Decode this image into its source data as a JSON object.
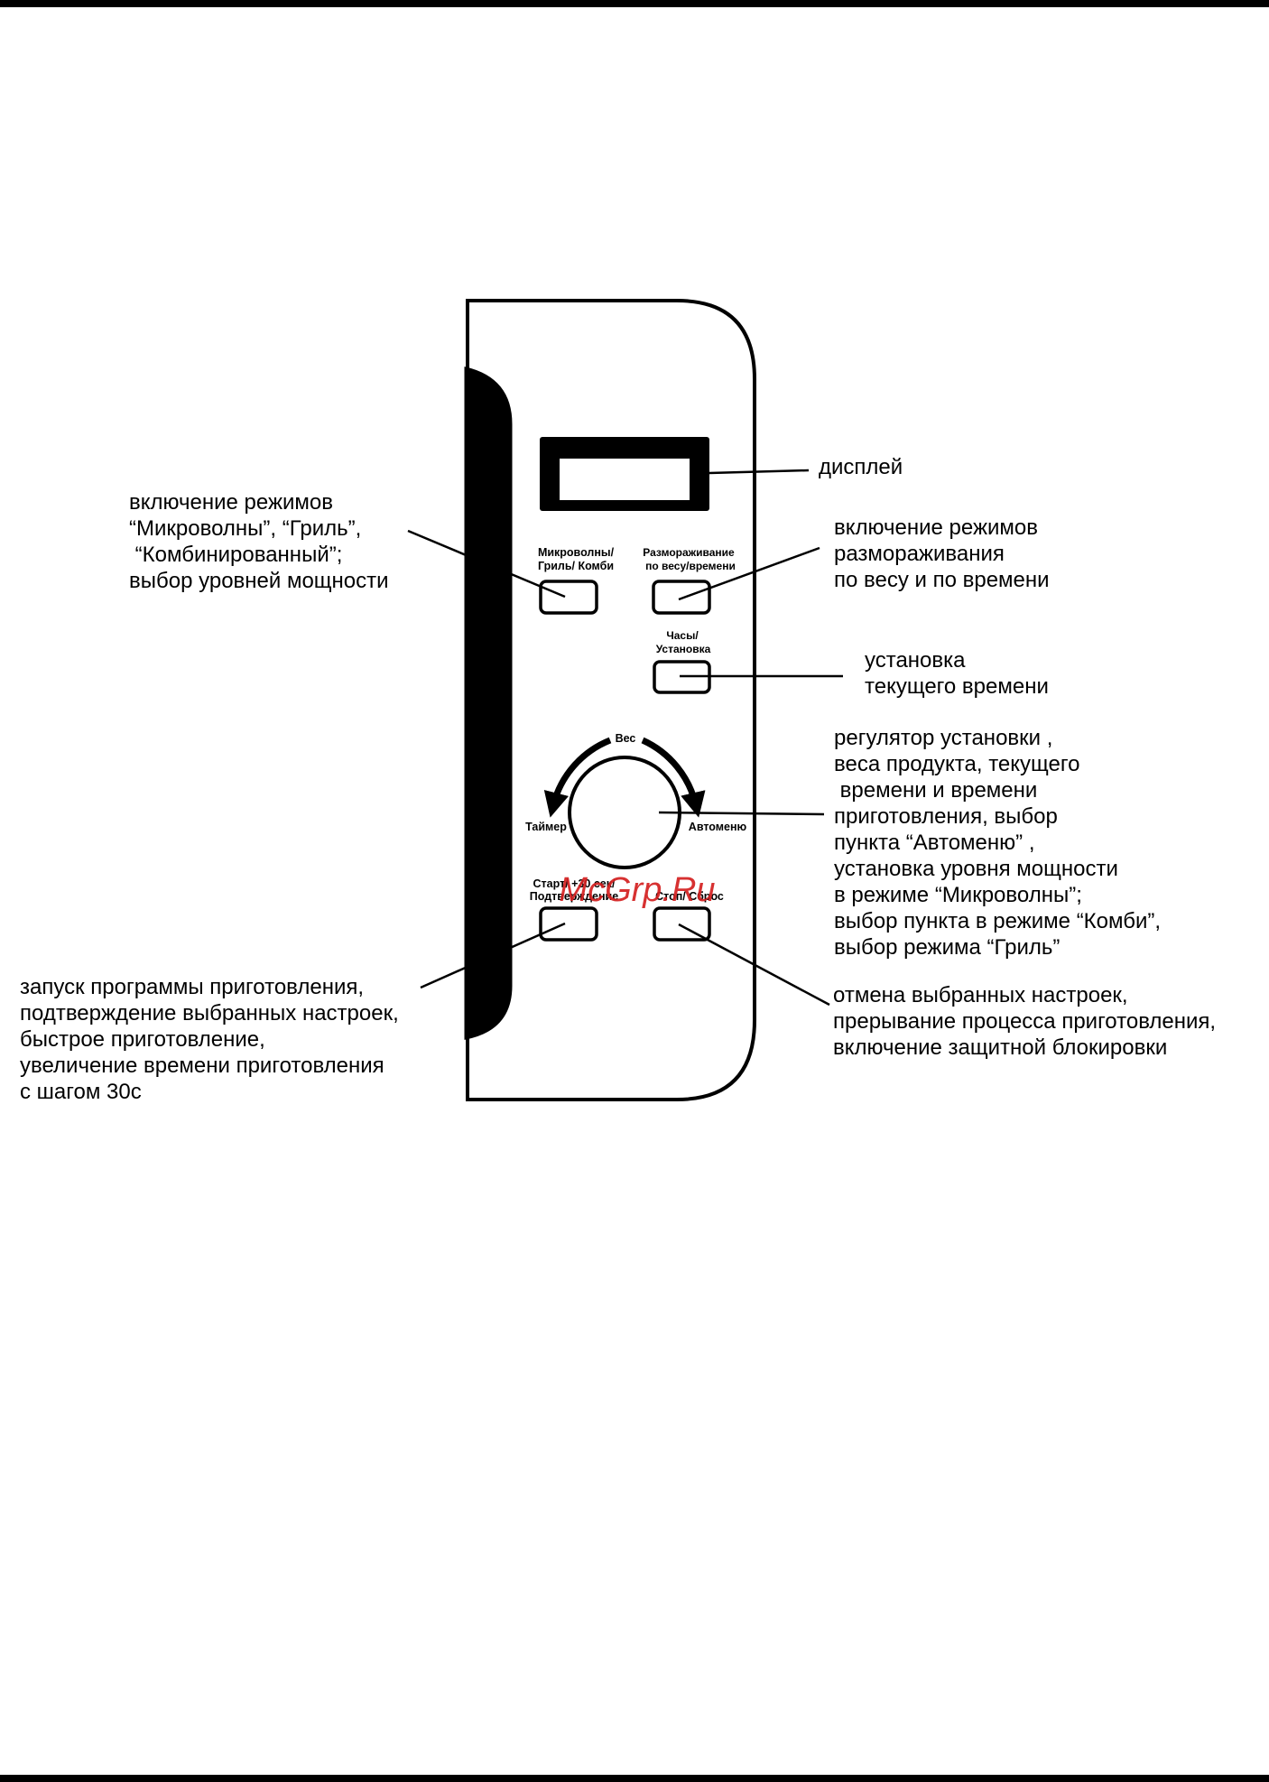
{
  "panel": {
    "button_microwave": [
      "Микроволны/",
      "Гриль/ Комби"
    ],
    "button_defrost": [
      "Размораживание",
      "по весу/времени"
    ],
    "button_clock": [
      "Часы/",
      "Установка"
    ],
    "dial_top": "Вес",
    "dial_left": "Таймер",
    "dial_right": "Автоменю",
    "button_start": [
      "Старт/ +30 сек/",
      "Подтверждение"
    ],
    "button_stop": "Стоп/ Сброс"
  },
  "callouts": {
    "display": "дисплей",
    "microwave": "включение режимов\n“Микроволны”, “Гриль”,\n “Комбинированный”;\nвыбор уровней мощности",
    "defrost": "включение режимов\nразмораживания\nпо весу и по времени",
    "clock": "установка\nтекущего времени",
    "dial": "регулятор установки ,\nвеса продукта, текущего\n времени и времени\nприготовления, выбор\nпункта “Автоменю” ,\nустановка уровня мощности\nв режиме “Микроволны”;\nвыбор пункта в режиме “Комби”,\nвыбор режима “Гриль”",
    "start": "запуск программы приготовления,\nподтверждение выбранных настроек,\nбыстрое приготовление,\nувеличение времени приготовления\nс шагом 30с",
    "stop": "отмена выбранных настроек,\nпрерывание процесса приготовления,\nвключение защитной блокировки"
  },
  "watermark": "McGrp.Ru",
  "colors": {
    "ink": "#000000",
    "watermark": "#d42020",
    "background": "#ffffff"
  }
}
